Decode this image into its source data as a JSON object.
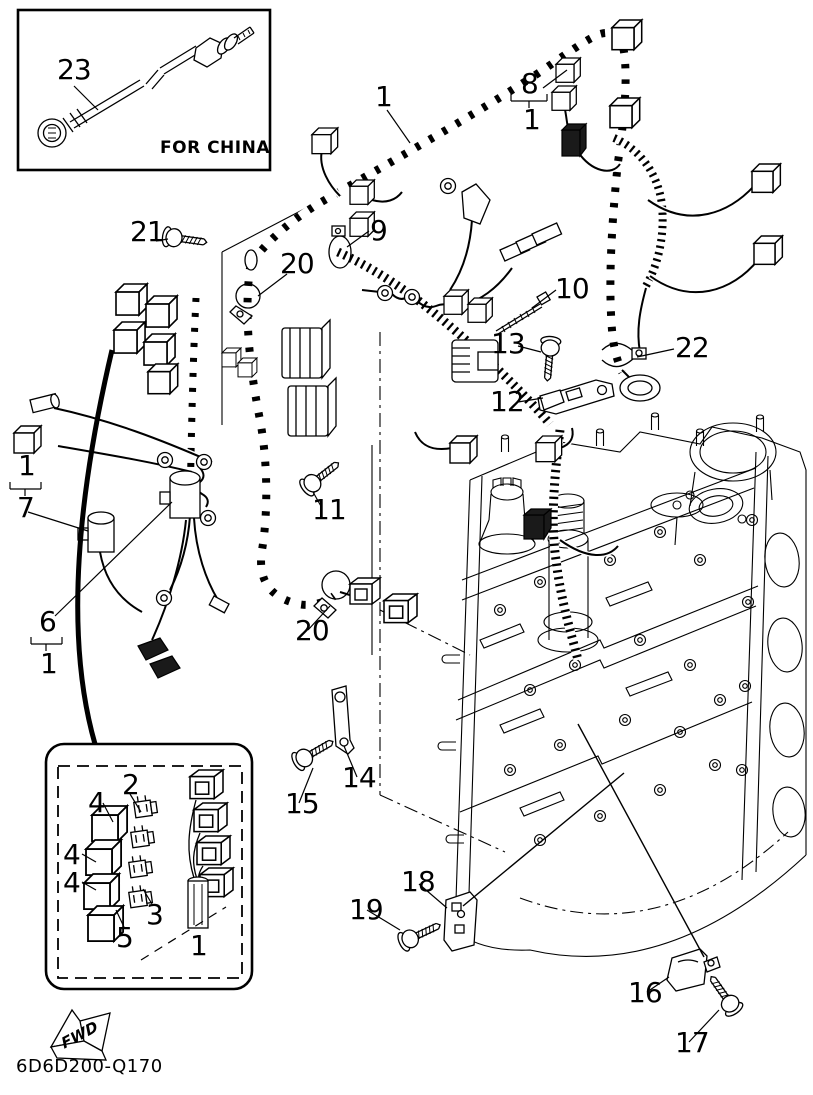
{
  "diagram": {
    "code": "6D6D200-Q170",
    "top_inset": {
      "note": "FOR CHINA"
    },
    "fwd_arrow": {
      "label": "FWD"
    },
    "line_color": "#000000",
    "background": "#ffffff",
    "callouts": [
      {
        "id": "23-cable",
        "text": "23"
      },
      {
        "id": "1-harness",
        "text": "1"
      },
      {
        "id": "8-connector",
        "text": "8"
      },
      {
        "id": "8-of-1",
        "text": "1"
      },
      {
        "id": "21-bolt",
        "text": "21"
      },
      {
        "id": "9-clamp",
        "text": "9"
      },
      {
        "id": "20-clamp-upper",
        "text": "20"
      },
      {
        "id": "10-tie",
        "text": "10"
      },
      {
        "id": "13-bolt",
        "text": "13"
      },
      {
        "id": "12-bracket",
        "text": "12"
      },
      {
        "id": "22-clamp",
        "text": "22"
      },
      {
        "id": "7-over",
        "text": "1"
      },
      {
        "id": "7-sensor",
        "text": "7"
      },
      {
        "id": "11-bolt",
        "text": "11"
      },
      {
        "id": "6-sensor",
        "text": "6"
      },
      {
        "id": "6-of-1",
        "text": "1"
      },
      {
        "id": "20-clamp-lower",
        "text": "20"
      },
      {
        "id": "14-bracket",
        "text": "14"
      },
      {
        "id": "15-bolt",
        "text": "15"
      },
      {
        "id": "18-bracket",
        "text": "18"
      },
      {
        "id": "19-bolt",
        "text": "19"
      },
      {
        "id": "16-clamp",
        "text": "16"
      },
      {
        "id": "17-bolt",
        "text": "17"
      },
      {
        "id": "4-relay-a",
        "text": "4"
      },
      {
        "id": "2-fuse",
        "text": "2"
      },
      {
        "id": "4-relay-b",
        "text": "4"
      },
      {
        "id": "4-relay-c",
        "text": "4"
      },
      {
        "id": "3-fuse",
        "text": "3"
      },
      {
        "id": "5-relay",
        "text": "5"
      },
      {
        "id": "1-inset",
        "text": "1"
      }
    ]
  }
}
